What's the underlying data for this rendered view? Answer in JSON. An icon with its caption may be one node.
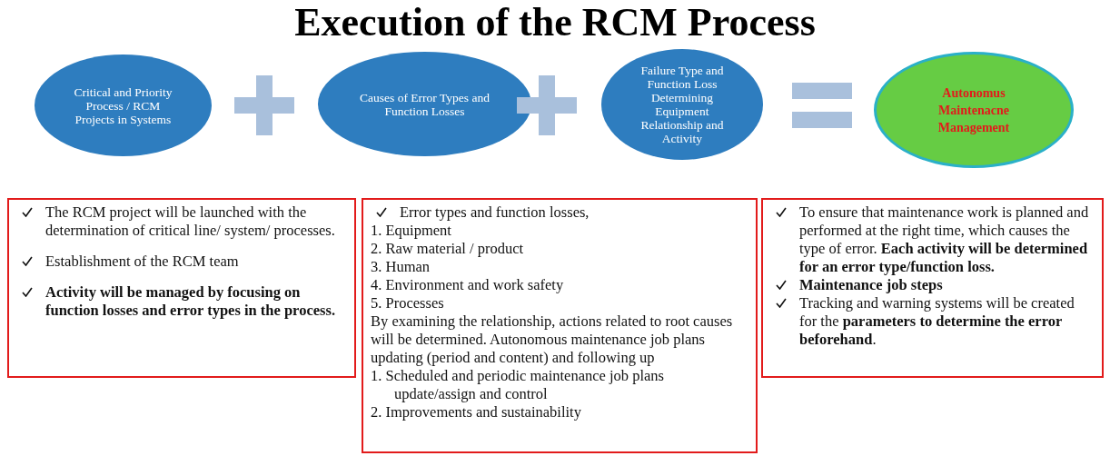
{
  "diagram": {
    "title": "Execution of the RCM Process",
    "nodes": [
      {
        "text": [
          "Critical and Priority Process / RCM Projects in Systems"
        ]
      },
      {
        "text": [
          "Causes of Error Types and Function Losses"
        ]
      },
      {
        "text": [
          "Failure Type and Function Loss Determining Equipment Relationship and Activity"
        ]
      },
      {
        "text": [
          "Autonomus Maintenacne Management"
        ]
      },
      {
        "text": [
          "The RCM project will be launched with the determination of critical line/ system/ processes.",
          "Establishment of the RCM team",
          "Activity will be managed by focusing on function losses and error types in the process."
        ]
      },
      {
        "text": [
          "Error types and function losses,",
          "1. Equipment",
          "2. Raw material / product",
          "3. Human",
          "4. Environment and work safety",
          "5. Processes",
          "By examining the relationship, actions related to root causes will be determined. Autonomous maintenance job plans updating (period and content) and following up",
          "1. Scheduled and periodic maintenance job plans update/assign and control",
          "2. Improvements and sustainability"
        ]
      },
      {
        "text": [
          "To ensure that maintenance work is planned and performed at the right time, which causes the type of error. **Each activity will be determined for an error type/function loss.**",
          "Maintenance job steps",
          "Tracking and warning systems will be created for the **parameters to determine the error beforehand**."
        ]
      }
    ]
  }
}
